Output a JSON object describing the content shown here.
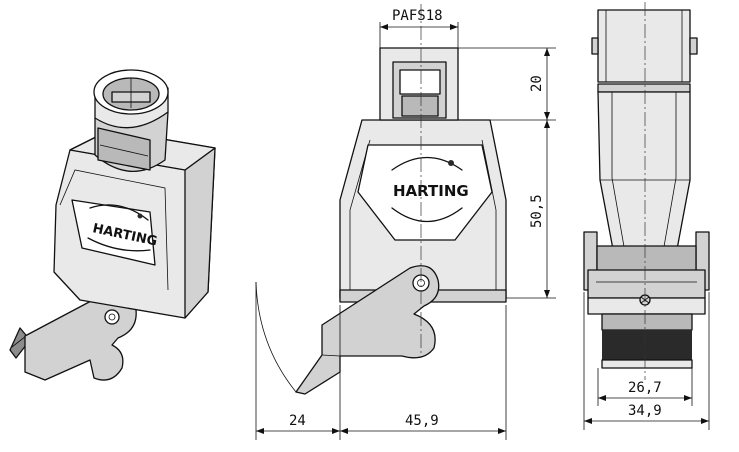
{
  "logo": {
    "brand": "HARTING"
  },
  "dimensions": {
    "top_label": "PAFS18",
    "height_top": "20",
    "height_body": "50,5",
    "width_lever": "24",
    "width_body": "45,9",
    "width_inner": "26,7",
    "width_outer": "34,9"
  },
  "colors": {
    "line": "#111111",
    "shade_light": "#e9e9e9",
    "shade_mid": "#d2d2d2",
    "shade_dark": "#8c8c8c"
  },
  "icons": [
    "harting-logo-icon",
    "lever-screw-icon"
  ]
}
